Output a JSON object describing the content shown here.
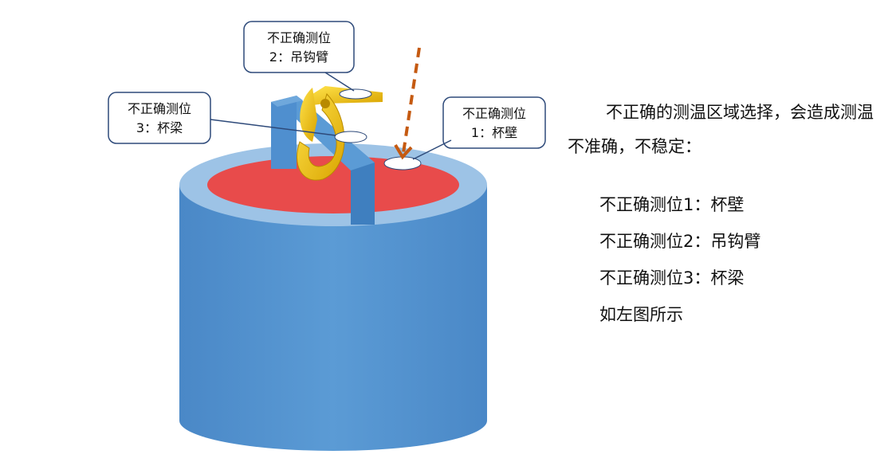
{
  "callouts": [
    {
      "line1": "不正确测位",
      "line2": "2：吊钩臂"
    },
    {
      "line1": "不正确测位",
      "line2": "3：杯梁"
    },
    {
      "line1": "不正确测位",
      "line2": "1：杯壁"
    }
  ],
  "description": {
    "intro": "不正确的测温区域选择，会造成测温不准确，不稳定：",
    "items": [
      "不正确测位1：杯壁",
      "不正确测位2：吊钩臂",
      "不正确测位3：杯梁",
      "如左图所示"
    ]
  },
  "colors": {
    "cup_body": "#5b9bd5",
    "cup_rim": "#9dc3e6",
    "molten_metal": "#e84b4b",
    "hook": "#f2c200",
    "beam": "#4f8fcf",
    "arrow": "#c55a11",
    "callout_border": "#2e4a7a"
  }
}
